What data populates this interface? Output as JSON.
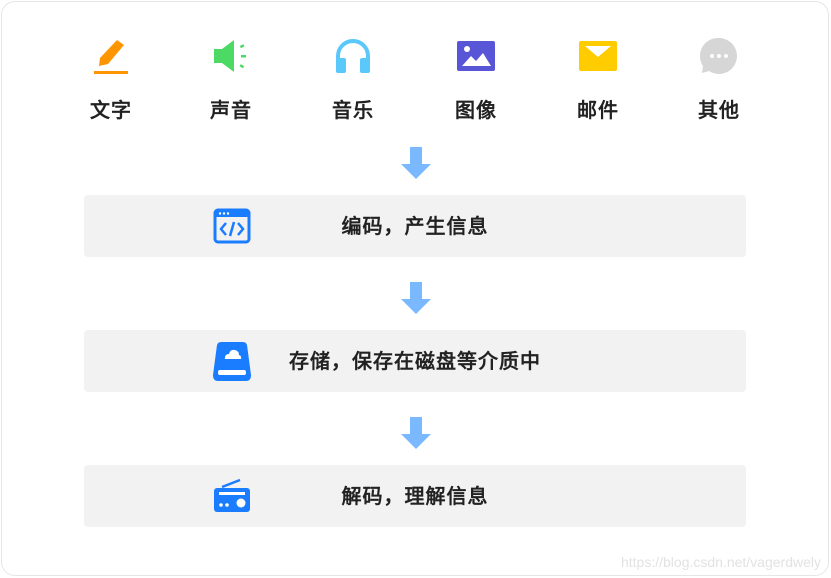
{
  "categories": [
    {
      "label": "文字",
      "icon": "pencil-icon",
      "color": "#ff9500"
    },
    {
      "label": "声音",
      "icon": "speaker-icon",
      "color": "#4cd964"
    },
    {
      "label": "音乐",
      "icon": "headphones-icon",
      "color": "#5ac8fa"
    },
    {
      "label": "图像",
      "icon": "image-icon",
      "color": "#5856d6"
    },
    {
      "label": "邮件",
      "icon": "mail-icon",
      "color": "#ffcc00"
    },
    {
      "label": "其他",
      "icon": "chat-bubble-icon",
      "color": "#d6d6d6"
    }
  ],
  "arrow_color": "#7ab8ff",
  "steps": [
    {
      "text": "编码，产生信息",
      "icon": "code-window-icon",
      "color": "#1a7cff"
    },
    {
      "text": "存储，保存在磁盘等介质中",
      "icon": "cloud-disk-icon",
      "color": "#1a7cff"
    },
    {
      "text": "解码，理解信息",
      "icon": "radio-icon",
      "color": "#1a7cff"
    }
  ],
  "watermark": "https://blog.csdn.net/vagerdwely"
}
